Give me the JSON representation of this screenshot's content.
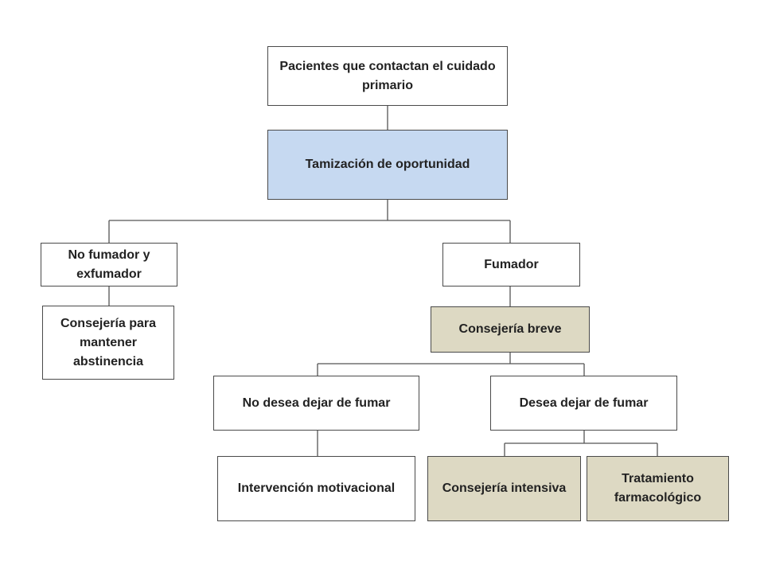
{
  "colors": {
    "white_fill": "#ffffff",
    "screening_fill": "#c6d9f1",
    "counseling_fill": "#ddd9c3",
    "border": "#4a4a4a",
    "line": "#555555",
    "text": "#222222"
  },
  "nodes": {
    "patients": "Pacientes que contactan el cuidado primario",
    "screening": "Tamización de oportunidad",
    "non_smoker": "No fumador y exfumador",
    "smoker": "Fumador",
    "maintain_abstinence": "Consejería para mantener abstinencia",
    "brief_counseling": "Consejería breve",
    "not_want_quit": "No desea dejar de fumar",
    "want_quit": "Desea dejar de fumar",
    "motivational": "Intervención motivacional",
    "intensive_counseling": "Consejería intensiva",
    "pharmacological": "Tratamiento farmacológico"
  }
}
